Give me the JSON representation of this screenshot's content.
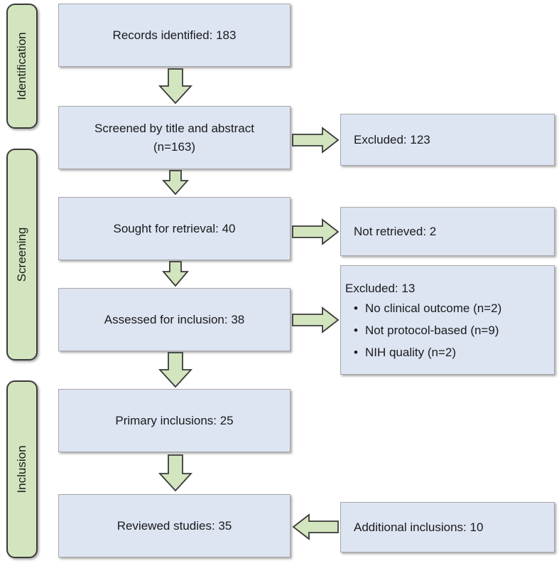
{
  "phases": {
    "identification": "Identification",
    "screening": "Screening",
    "inclusion": "Inclusion"
  },
  "boxes": {
    "records_identified": "Records identified: 183",
    "screened_line1": "Screened by title and abstract",
    "screened_line2": "(n=163)",
    "excluded_screen": "Excluded: 123",
    "sought": "Sought for retrieval: 40",
    "not_retrieved": "Not retrieved: 2",
    "assessed": "Assessed for inclusion: 38",
    "excluded_assess": {
      "heading": "Excluded: 13",
      "items": [
        "No clinical outcome (n=2)",
        "Not protocol-based (n=9)",
        "NIH quality (n=2)"
      ]
    },
    "primary": "Primary inclusions: 25",
    "reviewed": "Reviewed studies: 35",
    "additional": "Additional inclusions: 10"
  },
  "colors": {
    "box_fill": "#dde5f3",
    "phase_fill": "#d3e5bf",
    "arrow_fill": "#d3e5bf",
    "outline": "#3a3a3a"
  }
}
